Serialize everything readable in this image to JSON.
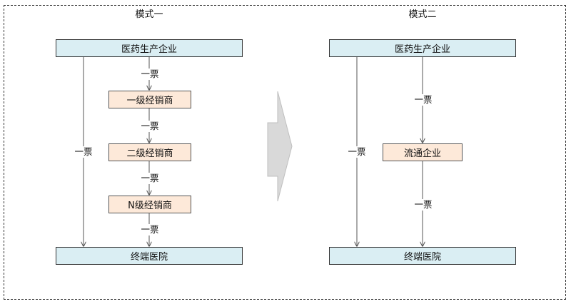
{
  "mode1": {
    "title": "模式一",
    "manufacturer": "医药生产企业",
    "dist1": "一级经销商",
    "dist2": "二级经销商",
    "distN": "N级经销商",
    "hospital": "终端医院",
    "invoice": "一票"
  },
  "mode2": {
    "title": "模式二",
    "manufacturer": "医药生产企业",
    "circulation": "流通企业",
    "hospital": "终端医院",
    "invoice": "一票"
  },
  "colors": {
    "endpoint_fill": "#daeef3",
    "distributor_fill": "#fde9d9",
    "arrow_fill": "#d9d9d9"
  }
}
